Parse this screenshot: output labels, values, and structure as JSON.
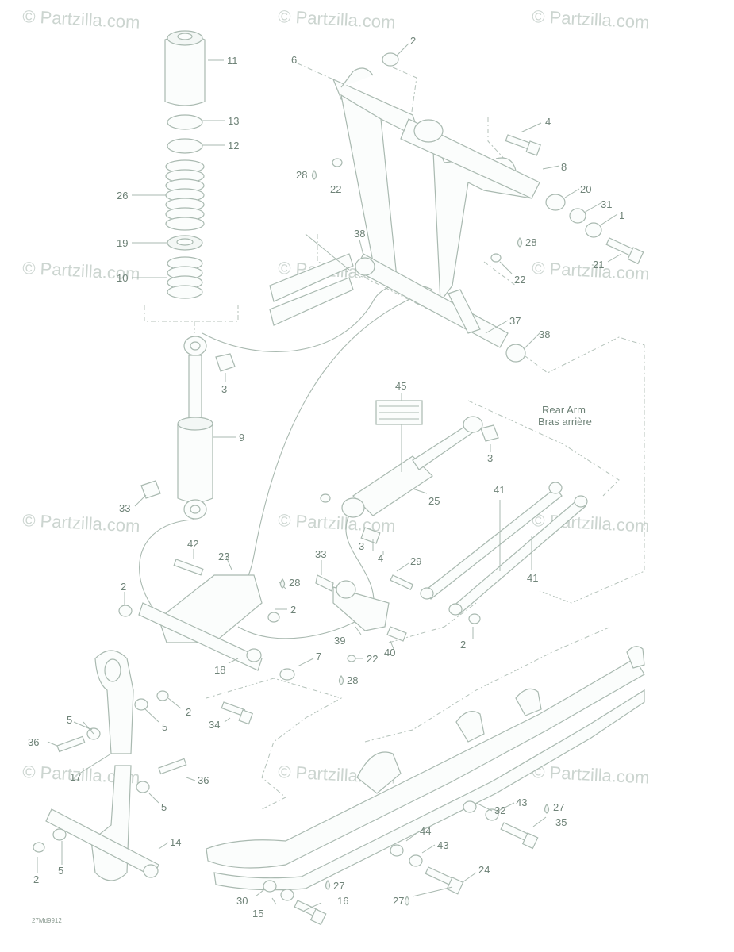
{
  "diagram": {
    "watermark_text": "© Partzilla.com",
    "reference_code": "27Md9912",
    "rear_arm_label_en": "Rear Arm",
    "rear_arm_label_fr": "Bras arrière",
    "callouts": [
      {
        "id": "c11",
        "text": "11"
      },
      {
        "id": "c13",
        "text": "13"
      },
      {
        "id": "c12",
        "text": "12"
      },
      {
        "id": "c26",
        "text": "26"
      },
      {
        "id": "c19",
        "text": "19"
      },
      {
        "id": "c10",
        "text": "10"
      },
      {
        "id": "c3a",
        "text": "3"
      },
      {
        "id": "c9",
        "text": "9"
      },
      {
        "id": "c33a",
        "text": "33"
      },
      {
        "id": "c6",
        "text": "6"
      },
      {
        "id": "c2a",
        "text": "2"
      },
      {
        "id": "c4a",
        "text": "4"
      },
      {
        "id": "c28a",
        "text": "28"
      },
      {
        "id": "c22a",
        "text": "22"
      },
      {
        "id": "c8",
        "text": "8"
      },
      {
        "id": "c20",
        "text": "20"
      },
      {
        "id": "c31",
        "text": "31"
      },
      {
        "id": "c1",
        "text": "1"
      },
      {
        "id": "c21",
        "text": "21"
      },
      {
        "id": "c38a",
        "text": "38"
      },
      {
        "id": "c28b",
        "text": "28"
      },
      {
        "id": "c22b",
        "text": "22"
      },
      {
        "id": "c37",
        "text": "37"
      },
      {
        "id": "c38b",
        "text": "38"
      },
      {
        "id": "c45",
        "text": "45"
      },
      {
        "id": "c3b",
        "text": "3"
      },
      {
        "id": "c25",
        "text": "25"
      },
      {
        "id": "c41a",
        "text": "41"
      },
      {
        "id": "c41b",
        "text": "41"
      },
      {
        "id": "c3c",
        "text": "3"
      },
      {
        "id": "c4b",
        "text": "4"
      },
      {
        "id": "c29",
        "text": "29"
      },
      {
        "id": "c33b",
        "text": "33"
      },
      {
        "id": "c42",
        "text": "42"
      },
      {
        "id": "c23",
        "text": "23"
      },
      {
        "id": "c28c",
        "text": "28"
      },
      {
        "id": "c2b",
        "text": "2"
      },
      {
        "id": "c2c",
        "text": "2"
      },
      {
        "id": "c39",
        "text": "39"
      },
      {
        "id": "c22c",
        "text": "22"
      },
      {
        "id": "c28d",
        "text": "28"
      },
      {
        "id": "c40",
        "text": "40"
      },
      {
        "id": "c2d",
        "text": "2"
      },
      {
        "id": "c18",
        "text": "18"
      },
      {
        "id": "c7",
        "text": "7"
      },
      {
        "id": "c34",
        "text": "34"
      },
      {
        "id": "c2e",
        "text": "2"
      },
      {
        "id": "c5a",
        "text": "5"
      },
      {
        "id": "c5b",
        "text": "5"
      },
      {
        "id": "c36a",
        "text": "36"
      },
      {
        "id": "c17",
        "text": "17"
      },
      {
        "id": "c36b",
        "text": "36"
      },
      {
        "id": "c5c",
        "text": "5"
      },
      {
        "id": "c14",
        "text": "14"
      },
      {
        "id": "c2f",
        "text": "2"
      },
      {
        "id": "c5d",
        "text": "5"
      },
      {
        "id": "c32",
        "text": "32"
      },
      {
        "id": "c43a",
        "text": "43"
      },
      {
        "id": "c27a",
        "text": "27"
      },
      {
        "id": "c35",
        "text": "35"
      },
      {
        "id": "c44",
        "text": "44"
      },
      {
        "id": "c43b",
        "text": "43"
      },
      {
        "id": "c24",
        "text": "24"
      },
      {
        "id": "c27b",
        "text": "27"
      },
      {
        "id": "c27c",
        "text": "27"
      },
      {
        "id": "c30",
        "text": "30"
      },
      {
        "id": "c16",
        "text": "16"
      },
      {
        "id": "c15",
        "text": "15"
      }
    ]
  }
}
